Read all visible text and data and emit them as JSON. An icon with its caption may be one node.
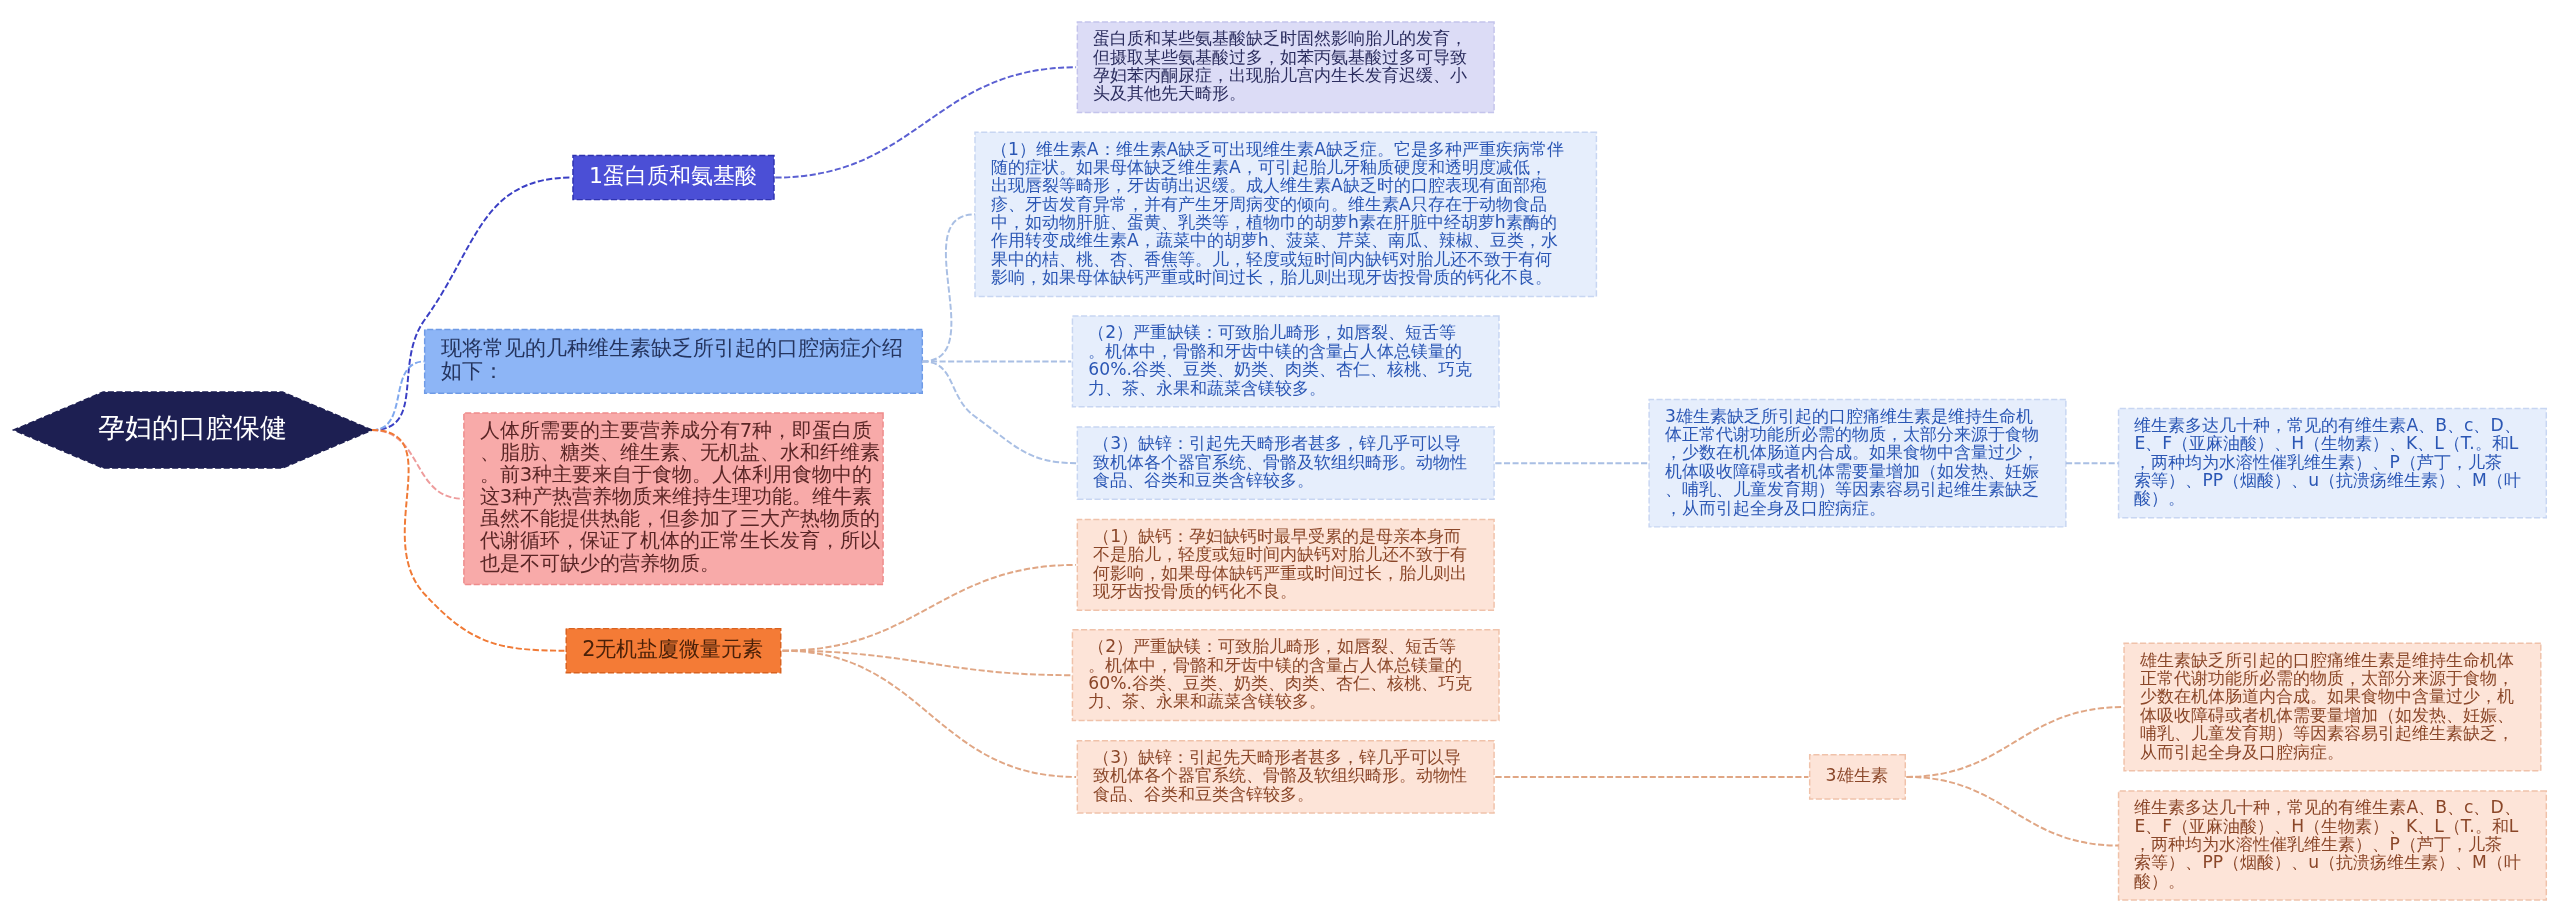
{
  "diagram": {
    "nodes": [
      {
        "text": [
          "孕妇的口腔保健"
        ]
      },
      {
        "text": [
          "1蛋白质和氨基酸"
        ]
      },
      {
        "text": [
          "蛋白质和某些氨基酸缺乏时固然影响胎儿的发育，但摄取某些氨基酸过多，如苯丙氨基酸过多可导致孕妇苯丙酮尿症，出现胎儿宫内生长发育迟缓、小头及其他先天畸形。"
        ]
      },
      {
        "text": [
          "现将常见的几种维生素缺乏所引起的口腔病症介绍如下："
        ]
      },
      {
        "text": [
          "（1）维生素A：维生素A缺乏可出现维生素A缺乏症。它是多种严重疾病常伴随的症状。如果母体缺乏维生素A，可引起胎儿牙釉质硬度和透明度减低，出现唇裂等畸形，牙齿萌出迟缓。成人维生素A缺乏时的口腔表现有面部疱疹、牙齿发育异常，并有产生牙周病变的倾向。维生素A只存在于动物食品中，如动物肝脏、蛋黄、乳类等，植物巾的胡萝h素在肝脏中经胡萝h素酶的作用转变成维生素A，蔬菜中的胡萝h、菠菜、芹菜、南瓜、辣椒、豆类，水果中的桔、桃、杏、香焦等。儿，轻度或短时间内缺钙对胎儿还不致于有何影响，如果母体缺钙严重或时间过长，胎儿则出现牙齿投骨质的钙化不良。"
        ]
      },
      {
        "text": [
          "（2）严重缺镁：可致胎儿畸形，如唇裂、短舌等。机体中，骨骼和牙齿中镁的含量占人体总镁量的60%.谷类、豆类、奶类、肉类、杏仁、核桃、巧克力、茶、永果和蔬菜含镁较多。"
        ]
      },
      {
        "text": [
          "（3）缺锌：引起先天畸形者甚多，锌几乎可以导致机体各个器官系统、骨骼及软组织畸形。动物性食品、谷类和豆类含锌较多。"
        ]
      },
      {
        "text": [
          "3雄生素缺乏所引起的口腔痛维生素是维持生命机体正常代谢功能所必需的物质，太部分来源于食物，少数在机体肠道内合成。如果食物中含量过少，机体吸收障碍或者机体需要量增加（如发热、妊娠、哺乳、儿童发育期）等因素容易引起维生素缺乏，从而引起全身及口腔病症。"
        ]
      },
      {
        "text": [
          "维生素多达几十种，常见的有维生素A、B、c、D、E、F（亚麻油酸）、H（生物素）、K、L（T.。和L，两种均为水溶性催乳维生素）、P（芦丁，儿茶索等）、PP（烟酸）、u（抗溃疡维生素）、M（叶酸）。"
        ]
      },
      {
        "text": [
          "人体所需要的主要营养成分有7种，即蛋白质、脂肪、糖类、维生素、无机盐、水和纤维素。前3种主要来自于食物。人体利用食物中的这3种产热营养物质来维持生理功能。维牛素虽然不能提供热能，但参加了三大产热物质的代谢循环，保证了机体的正常生长发育，所以也是不可缺少的营养物质。"
        ]
      },
      {
        "text": [
          "2无机盐廈微量元素"
        ]
      },
      {
        "text": [
          "（1）缺钙：孕妇缺钙时最早受累的是母亲本身而不是胎儿，轻度或短时间内缺钙对胎儿还不致于有何影响，如果母体缺钙严重或时间过长，胎儿则出现牙齿投骨质的钙化不良。"
        ]
      },
      {
        "text": [
          "（2）严重缺镁：可致胎儿畸形，如唇裂、短舌等。机体中，骨骼和牙齿中镁的含量占人体总镁量的60%.谷类、豆类、奶类、肉类、杏仁、核桃、巧克力、茶、永果和蔬菜含镁较多。"
        ]
      },
      {
        "text": [
          "（3）缺锌：引起先天畸形者甚多，锌几乎可以导致机体各个器官系统、骨骼及软组织畸形。动物性食品、谷类和豆类含锌较多。"
        ]
      },
      {
        "text": [
          "3雄生素"
        ]
      },
      {
        "text": [
          "雄生素缺乏所引起的口腔痛维生素是维持生命机体正常代谢功能所必需的物质，太部分来源于食物，少数在机体肠道内合成。如果食物中含量过少，机体吸收障碍或者机体需要量增加（如发热、妊娠、哺乳、儿童发育期）等因素容易引起维生素缺乏，从而引起全身及口腔病症。"
        ]
      },
      {
        "text": [
          "维生素多达几十种，常见的有维生素A、B、c、D、E、F（亚麻油酸）、H（生物素）、K、L（T.。和L，两种均为水溶性催乳维生素）、P（芦丁，儿茶索等）、PP（烟酸）、u（抗溃疡维生素）、M（叶酸）。"
        ]
      }
    ],
    "edges": [
      {
        "from": 0,
        "to": 1,
        "arrow": "none",
        "style": "dashed",
        "color": "#3a3fc4"
      },
      {
        "from": 1,
        "to": 2,
        "arrow": "none",
        "style": "dashed",
        "color": "#5a5fd2"
      },
      {
        "from": 0,
        "to": 3,
        "arrow": "none",
        "style": "dashed",
        "color": "#7fa8ee"
      },
      {
        "from": 3,
        "to": 4,
        "arrow": "none",
        "style": "dashed",
        "color": "#a9bfe4"
      },
      {
        "from": 3,
        "to": 5,
        "arrow": "none",
        "style": "dashed",
        "color": "#a9bfe4"
      },
      {
        "from": 3,
        "to": 6,
        "arrow": "none",
        "style": "dashed",
        "color": "#a9bfe4"
      },
      {
        "from": 6,
        "to": 7,
        "arrow": "none",
        "style": "dashed",
        "color": "#a9bfe4"
      },
      {
        "from": 7,
        "to": 8,
        "arrow": "none",
        "style": "dashed",
        "color": "#a9bfe4"
      },
      {
        "from": 0,
        "to": 9,
        "arrow": "none",
        "style": "dashed",
        "color": "#ee9c9c"
      },
      {
        "from": 0,
        "to": 10,
        "arrow": "none",
        "style": "dashed",
        "color": "#f07a36"
      },
      {
        "from": 10,
        "to": 11,
        "arrow": "none",
        "style": "dashed",
        "color": "#e0a684"
      },
      {
        "from": 10,
        "to": 12,
        "arrow": "none",
        "style": "dashed",
        "color": "#e0a684"
      },
      {
        "from": 10,
        "to": 13,
        "arrow": "none",
        "style": "dashed",
        "color": "#e0a684"
      },
      {
        "from": 13,
        "to": 14,
        "arrow": "none",
        "style": "dashed",
        "color": "#e0a684"
      },
      {
        "from": 14,
        "to": 15,
        "arrow": "none",
        "style": "dashed",
        "color": "#e0a684"
      },
      {
        "from": 14,
        "to": 16,
        "arrow": "none",
        "style": "dashed",
        "color": "#e0a684"
      }
    ]
  }
}
